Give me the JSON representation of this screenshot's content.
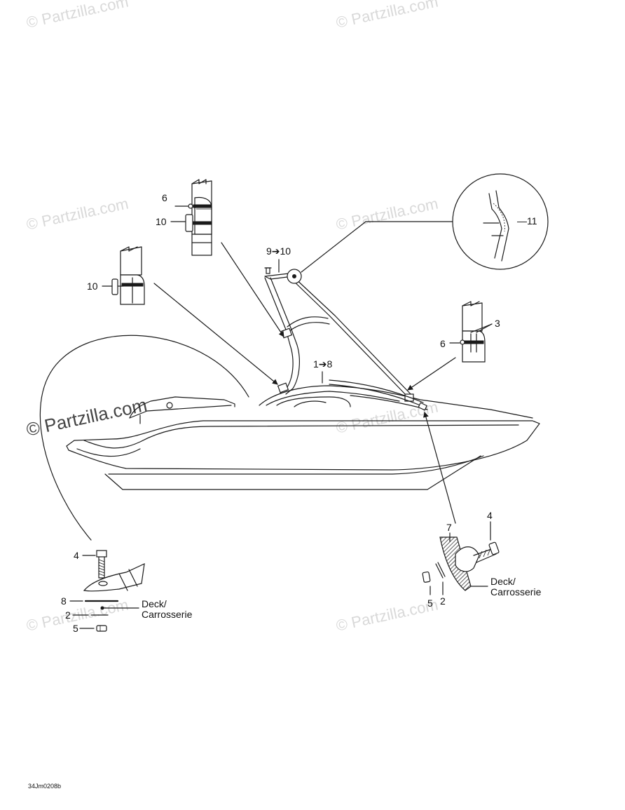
{
  "watermark": "© Partzilla.com",
  "labels": {
    "l6a": "6",
    "l10a": "10",
    "l10b": "10",
    "l9to10": "9➔10",
    "l11": "—11",
    "l3": "3",
    "l6b": "6",
    "l1to8": "1➔8",
    "l4a": "4",
    "l8": "8",
    "l2a": "2",
    "l5a": "5",
    "deck_a": "Deck/",
    "carr_a": "Carrosserie",
    "l7": "7",
    "l4b": "4",
    "l5b": "5",
    "l2b": "2",
    "deck_b": "Deck/",
    "carr_b": "Carrosserie"
  },
  "drawing_code": "34Jm0208b"
}
